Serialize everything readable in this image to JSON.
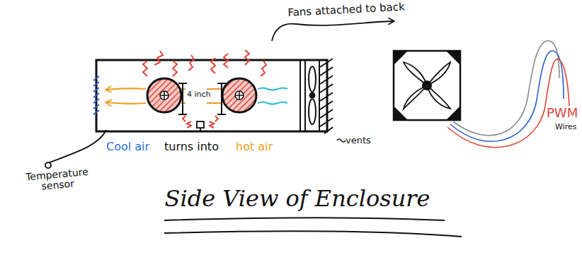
{
  "diagram": {
    "title": "Side View of Enclosure",
    "labels": [
      "Fans attached to back",
      "4 inch",
      "Cool air",
      "turns into",
      "hot air",
      "vents",
      "Temperature sensor",
      "PWM",
      "Wires"
    ]
  }
}
